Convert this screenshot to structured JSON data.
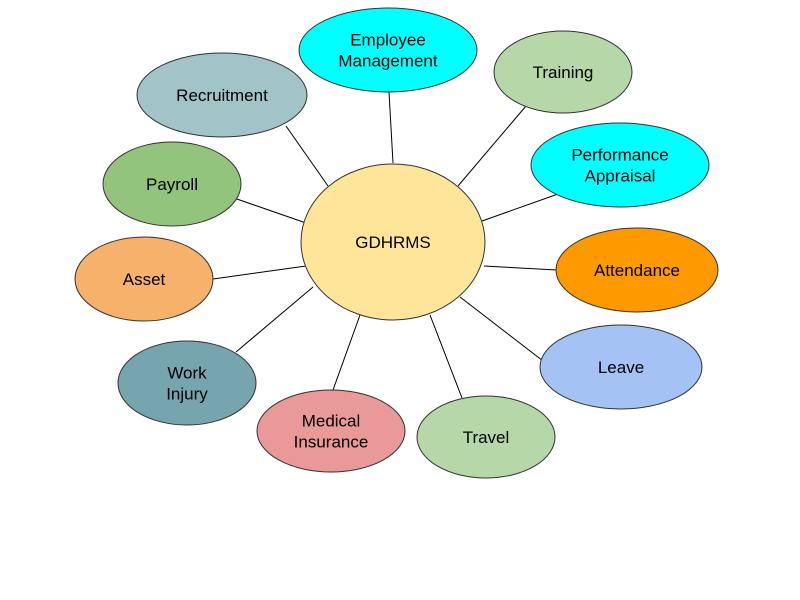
{
  "center": {
    "label": "GDHRMS",
    "color": "#ffe599"
  },
  "nodes": [
    {
      "id": "employee-management",
      "lines": [
        "Employee",
        "Management"
      ],
      "color": "#00ffff"
    },
    {
      "id": "training",
      "lines": [
        "Training"
      ],
      "color": "#b6d7a8"
    },
    {
      "id": "performance-appraisal",
      "lines": [
        "Performance",
        "Appraisal"
      ],
      "color": "#00ffff"
    },
    {
      "id": "attendance",
      "lines": [
        "Attendance"
      ],
      "color": "#ff9900"
    },
    {
      "id": "leave",
      "lines": [
        "Leave"
      ],
      "color": "#a4c2f4"
    },
    {
      "id": "travel",
      "lines": [
        "Travel"
      ],
      "color": "#b6d7a8"
    },
    {
      "id": "medical-insurance",
      "lines": [
        "Medical",
        "Insurance"
      ],
      "color": "#ea9999"
    },
    {
      "id": "work-injury",
      "lines": [
        "Work",
        "Injury"
      ],
      "color": "#76a5af"
    },
    {
      "id": "asset",
      "lines": [
        "Asset"
      ],
      "color": "#f6b26b"
    },
    {
      "id": "payroll",
      "lines": [
        "Payroll"
      ],
      "color": "#93c47d"
    },
    {
      "id": "recruitment",
      "lines": [
        "Recruitment"
      ],
      "color": "#a2c4c9"
    }
  ]
}
